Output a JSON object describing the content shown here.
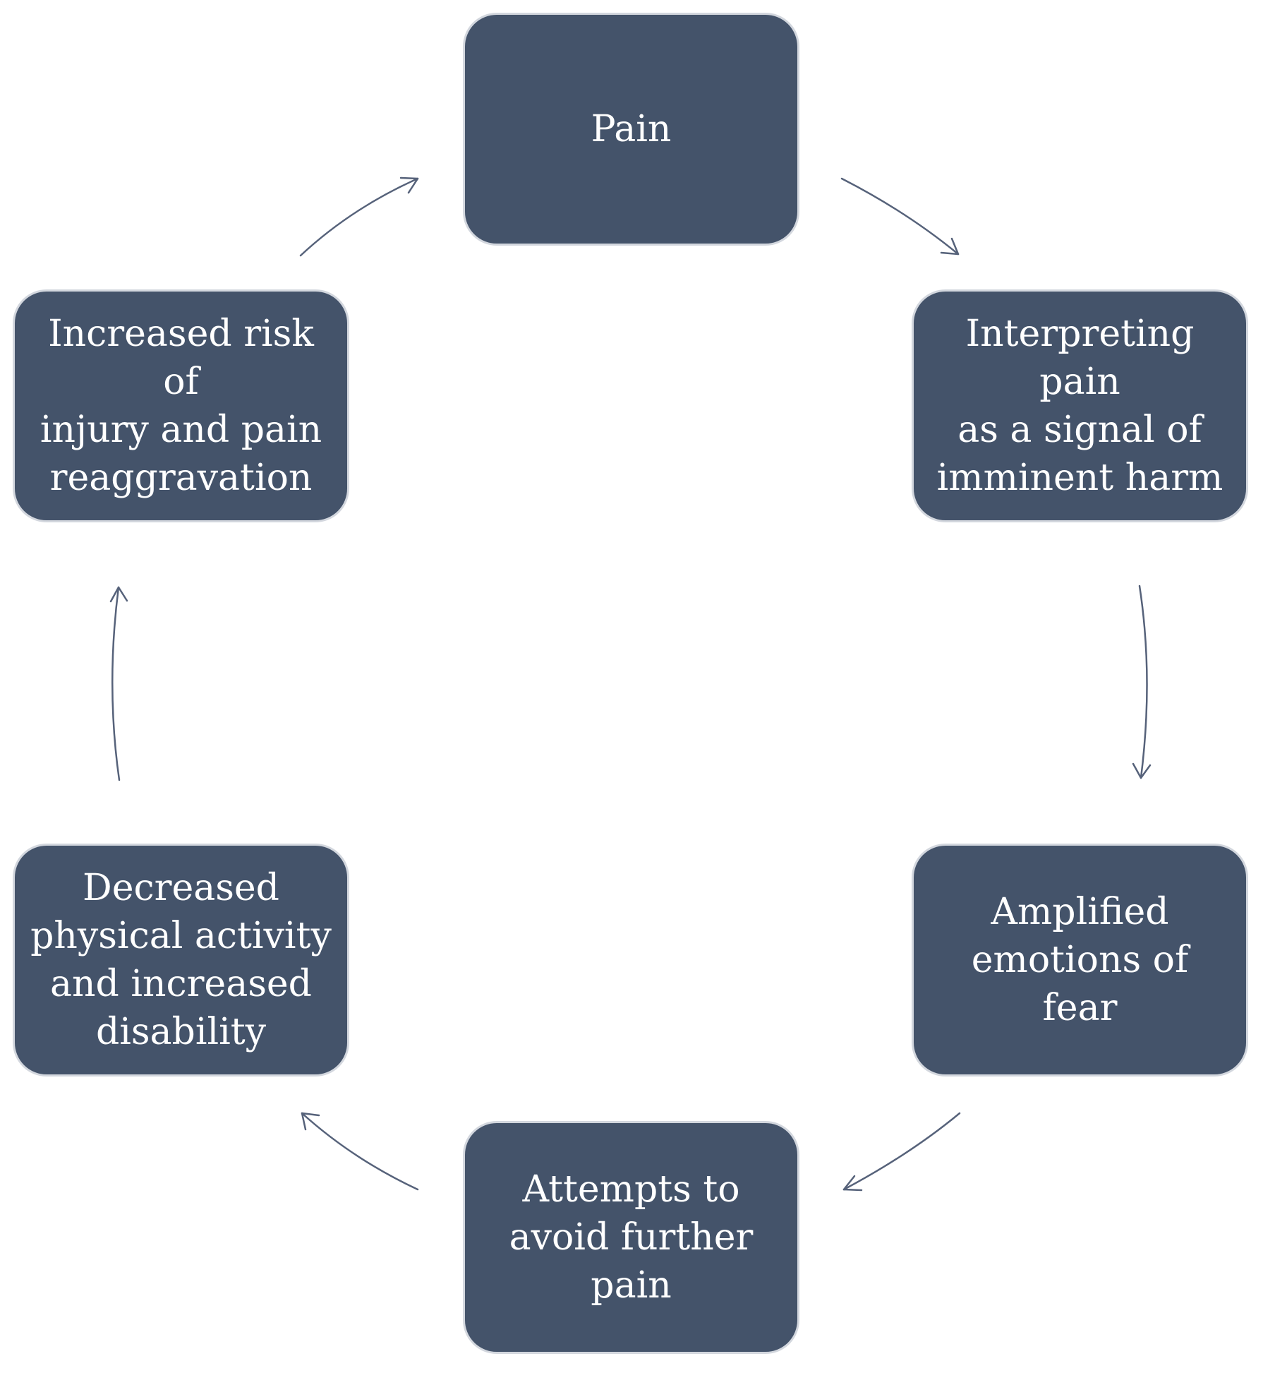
{
  "diagram": {
    "type": "cycle",
    "colors": {
      "node_fill": "#44536a",
      "node_border": "#d3d7de",
      "node_text": "#ffffff",
      "arrow": "#56627a",
      "background": "#ffffff"
    },
    "nodes": [
      {
        "id": "pain",
        "lines": [
          "Pain"
        ]
      },
      {
        "id": "interpreting",
        "lines": [
          "Interpreting pain",
          "as a signal of",
          "imminent harm"
        ]
      },
      {
        "id": "amplified",
        "lines": [
          "Amplified",
          "emotions of fear"
        ]
      },
      {
        "id": "attempts",
        "lines": [
          "Attempts to",
          "avoid further",
          "pain"
        ]
      },
      {
        "id": "decreased",
        "lines": [
          "Decreased",
          "physical activity",
          "and increased",
          "disability"
        ]
      },
      {
        "id": "increased",
        "lines": [
          "Increased risk of",
          "injury and pain",
          "reaggravation"
        ]
      }
    ],
    "edges": [
      {
        "from": "pain",
        "to": "interpreting"
      },
      {
        "from": "interpreting",
        "to": "amplified"
      },
      {
        "from": "amplified",
        "to": "attempts"
      },
      {
        "from": "attempts",
        "to": "decreased"
      },
      {
        "from": "decreased",
        "to": "increased"
      },
      {
        "from": "increased",
        "to": "pain"
      }
    ]
  }
}
